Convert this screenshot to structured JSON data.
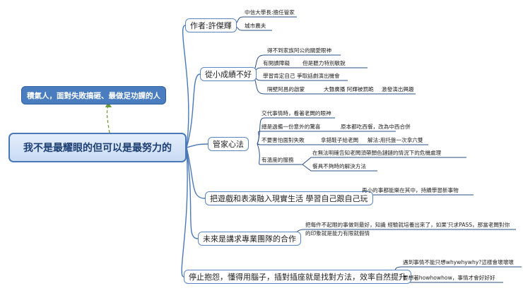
{
  "root": "我不是最耀眼的但可以是最努力的",
  "floating": "積氣人，面對失敗搞砸、最做足功課的人",
  "branches": [
    {
      "label": "作者:許傑輝",
      "leaves": [
        "中信大學長:擔任管家",
        "城市農夫"
      ]
    },
    {
      "label": "從小成績不好",
      "leaves": [
        "得不到家族阿公的關愛眼神",
        "有閱讀障礙",
        "但是聽力特別敏銳",
        "學習肯定自己 爭取話劇演出機會",
        "隔壁阿昌的啟蒙",
        "大聲廣播 阿輝被罰跪",
        "激發演出興趣"
      ]
    },
    {
      "label": "管家心法",
      "leaves": [
        "交代事情時，看著老闆的眼神",
        "總是過備一份意外的驚喜",
        "原本都吃西餐，改為中西合併",
        "不要害怕面對失敗",
        "拿錯鞋子給老闆",
        "解法:用托盤一次拿六雙",
        "有溫度的服務",
        "在無法明確告知老闆須帶顏色鏈鏈的情況下的危機處理",
        "餐具不夠時的解決方法"
      ]
    },
    {
      "label": "把遊戲和表演融入現實生活 學習自己跟自己玩",
      "leaves": [
        "再小的事都能樂在其中，持續學習新事物"
      ]
    },
    {
      "label": "未來是講求專業團隊的合作",
      "leaves": [
        "把每件不起眼的事做到最好，知識 經驗就培養出來了，如果'只求PASS，那當老闆對你",
        "的印象就是能力有限就假情"
      ]
    },
    {
      "label": "停止抱怨，懂得用腦子，插對插座就是找對方法，效率自然提升",
      "leaves": [
        "遇到事情不能只想whywhywhy?這樣會壞壞壞",
        "要想著howhowhow，事情才會好好好"
      ]
    }
  ],
  "colors": {
    "line": "#4b79b8",
    "leaf_line": "#2a4f86",
    "float_bg": "#4a7dbf",
    "dashed": "#6a9a3a"
  }
}
